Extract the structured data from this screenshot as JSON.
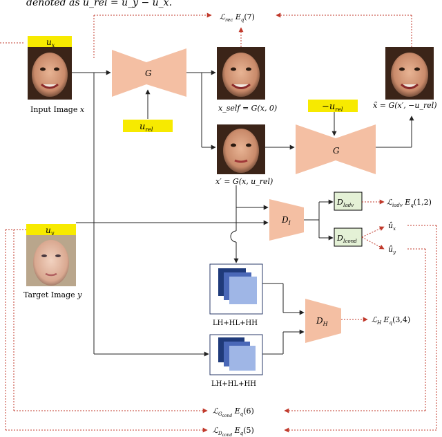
{
  "header_text": "denoted as u_rel = u_y − u_x.",
  "faces": {
    "input": {
      "caption_main": "Input Image",
      "caption_var": "x",
      "tag": "u",
      "tag_sub": "x"
    },
    "target": {
      "caption_main": "Target Image",
      "caption_var": "y",
      "tag": "u",
      "tag_sub": "y"
    },
    "self": {
      "caption": "x_self = G(x, 0)"
    },
    "prime": {
      "caption": "x′ = G(x, u_rel)"
    },
    "recon": {
      "caption": "x̃ = G(x′, −u_rel)"
    }
  },
  "generator": {
    "label": "G"
  },
  "tags": {
    "urel": {
      "main": "u",
      "sub": "rel"
    },
    "neg_urel": {
      "main": "−u",
      "sub": "rel"
    }
  },
  "losses": {
    "rec": {
      "main": "ℒ",
      "sub": "rec",
      "eq": "E",
      "eq_sub": "q",
      "eq_num": "(7)"
    },
    "iadv": {
      "main": "ℒ",
      "sub": "iadv",
      "eq": "E",
      "eq_sub": "q",
      "eq_num": "(1,2)"
    },
    "h": {
      "main": "ℒ",
      "sub": "H",
      "eq": "E",
      "eq_sub": "q",
      "eq_num": "(3,4)"
    },
    "gcond": {
      "main": "ℒ",
      "sub": "G",
      "subsub": "cond",
      "eq": "E",
      "eq_sub": "q",
      "eq_num": "(6)"
    },
    "dcond": {
      "main": "ℒ",
      "sub": "D",
      "subsub": "cond",
      "eq": "E",
      "eq_sub": "q",
      "eq_num": "(5)"
    }
  },
  "discriminators": {
    "di": {
      "main": "D",
      "sub": "I"
    },
    "iadv": {
      "main": "D",
      "sub": "Iadv"
    },
    "icond": {
      "main": "D",
      "sub": "Icond"
    },
    "dh": {
      "main": "D",
      "sub": "H"
    }
  },
  "outputs": {
    "ux_hat": "û",
    "ux_hat_sub": "x",
    "uy_hat": "û",
    "uy_hat_sub": "y"
  },
  "wavelet": {
    "label1": "LH+HL+HH",
    "label2": "LH+HL+HH"
  },
  "colors": {
    "tag": "#f7ea00",
    "network": "#f4bfa3",
    "disc_box": "#e4f1d6",
    "loss_arrow": "#c0392b"
  }
}
